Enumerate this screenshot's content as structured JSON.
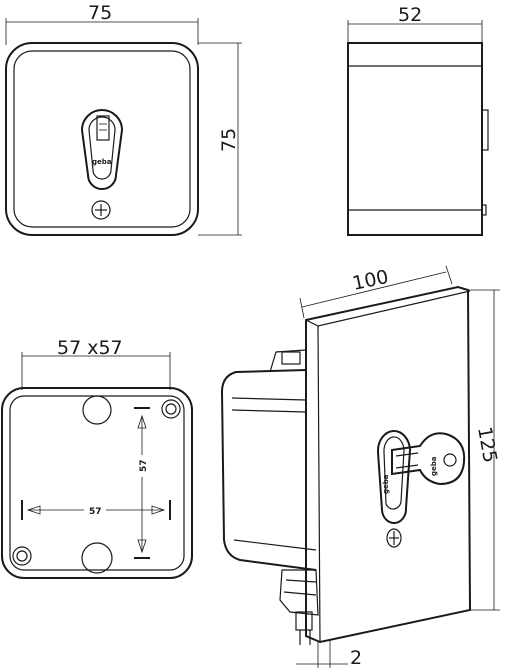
{
  "front_view": {
    "width_dim": "75",
    "height_dim": "75",
    "brand": "geba"
  },
  "side_view": {
    "depth_dim": "52"
  },
  "back_view": {
    "hole_spacing_dim": "57 x57",
    "inner_horizontal_dim": "57",
    "inner_vertical_dim": "57"
  },
  "iso_view": {
    "width_dim": "100",
    "height_dim": "125",
    "thickness_dim": "2",
    "brand": "geba"
  }
}
